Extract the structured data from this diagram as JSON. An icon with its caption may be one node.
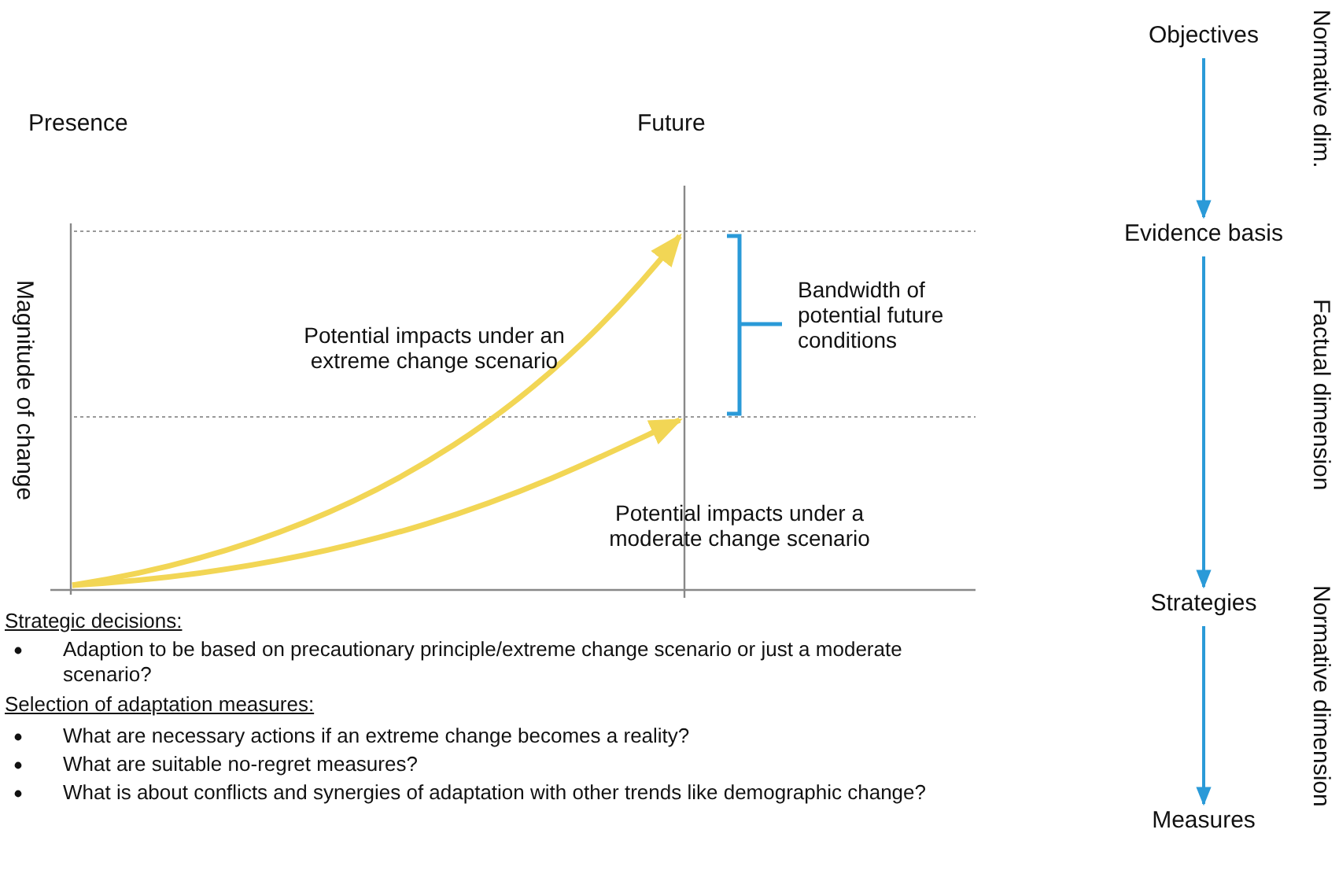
{
  "diagram": {
    "nodes": [
      {
        "text": [
          "Objectives"
        ]
      },
      {
        "text": [
          "Evidence basis"
        ]
      },
      {
        "text": [
          "Strategies"
        ]
      },
      {
        "text": [
          "Measures"
        ]
      }
    ],
    "edges": [
      {
        "from": 0,
        "to": 1,
        "arrow": "to"
      },
      {
        "from": 1,
        "to": 2,
        "arrow": "to"
      },
      {
        "from": 2,
        "to": 3,
        "arrow": "to"
      }
    ],
    "labels": [
      "Presence",
      "Future",
      "Magnitude of change",
      "Potential impacts under an extreme change scenario",
      "Bandwidth of potential future conditions",
      "Potential impacts under a moderate change scenario",
      "Strategic decisions:",
      "Adaption to be based on precautionary principle/extreme change scenario or just a moderate scenario?",
      "Selection of adaptation measures:",
      "What are necessary actions if an extreme change becomes a reality?",
      "What are suitable no-regret measures?",
      "What is about conflicts and synergies of adaptation with other trends like demographic change?",
      "Normative dim.",
      "Factual dimension",
      "Normative dimension"
    ]
  }
}
